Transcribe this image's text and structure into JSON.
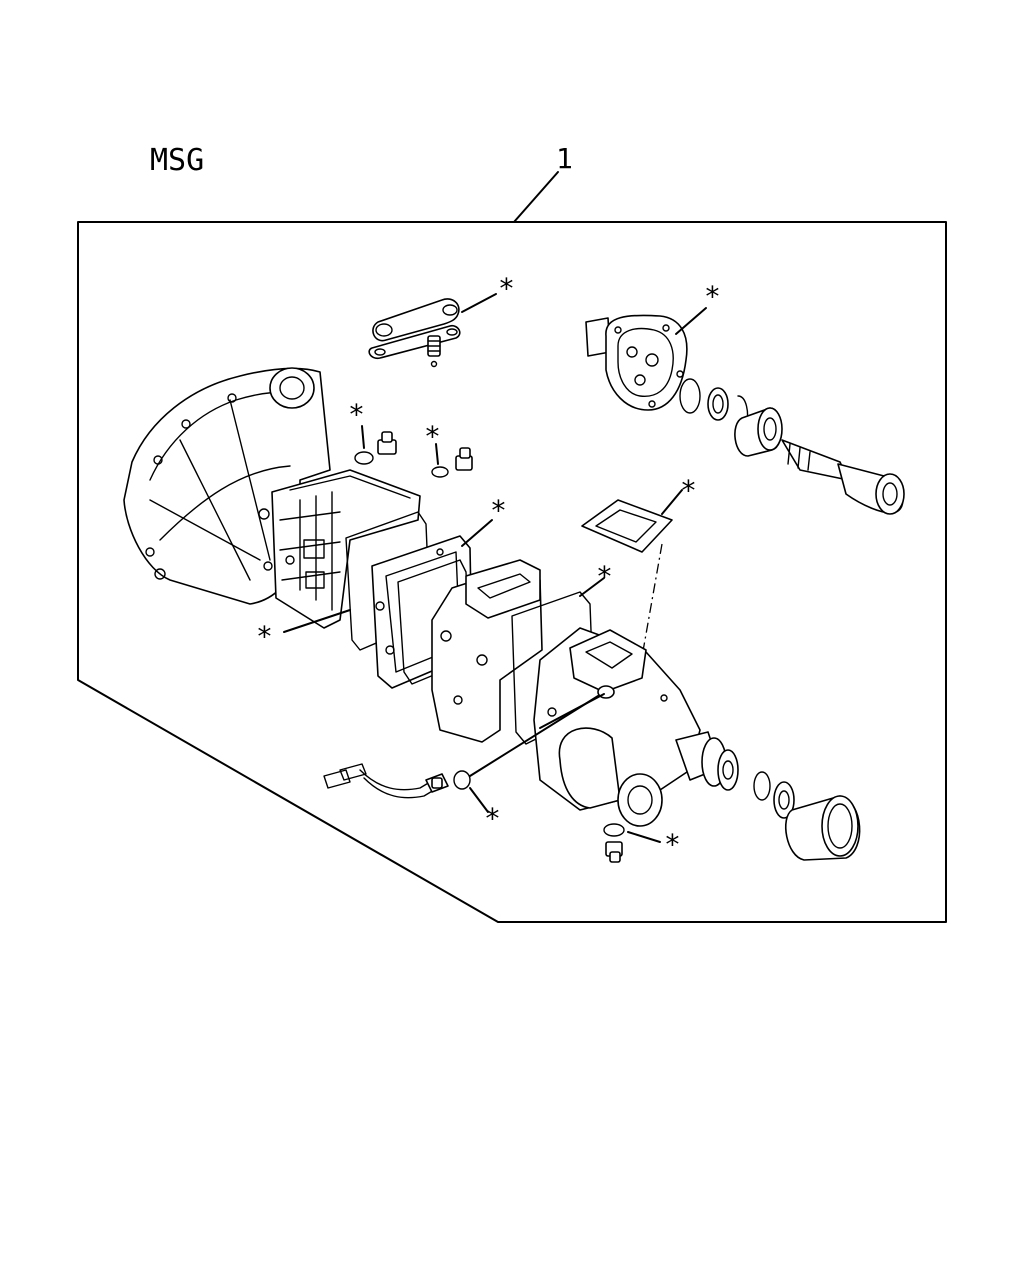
{
  "diagram": {
    "title": "MSG",
    "callout_number": "1",
    "asterisk": "*"
  },
  "markers": [
    {
      "name": "marker-shift-lever"
    },
    {
      "name": "marker-rear-housing"
    },
    {
      "name": "marker-bolt-left"
    },
    {
      "name": "marker-bolt-right"
    },
    {
      "name": "marker-cover-gasket"
    },
    {
      "name": "marker-plate-gasket"
    },
    {
      "name": "marker-center-gasket"
    },
    {
      "name": "marker-extension-gasket"
    },
    {
      "name": "marker-case-gasket"
    },
    {
      "name": "marker-sensor-washer"
    },
    {
      "name": "marker-drain-washer"
    }
  ]
}
